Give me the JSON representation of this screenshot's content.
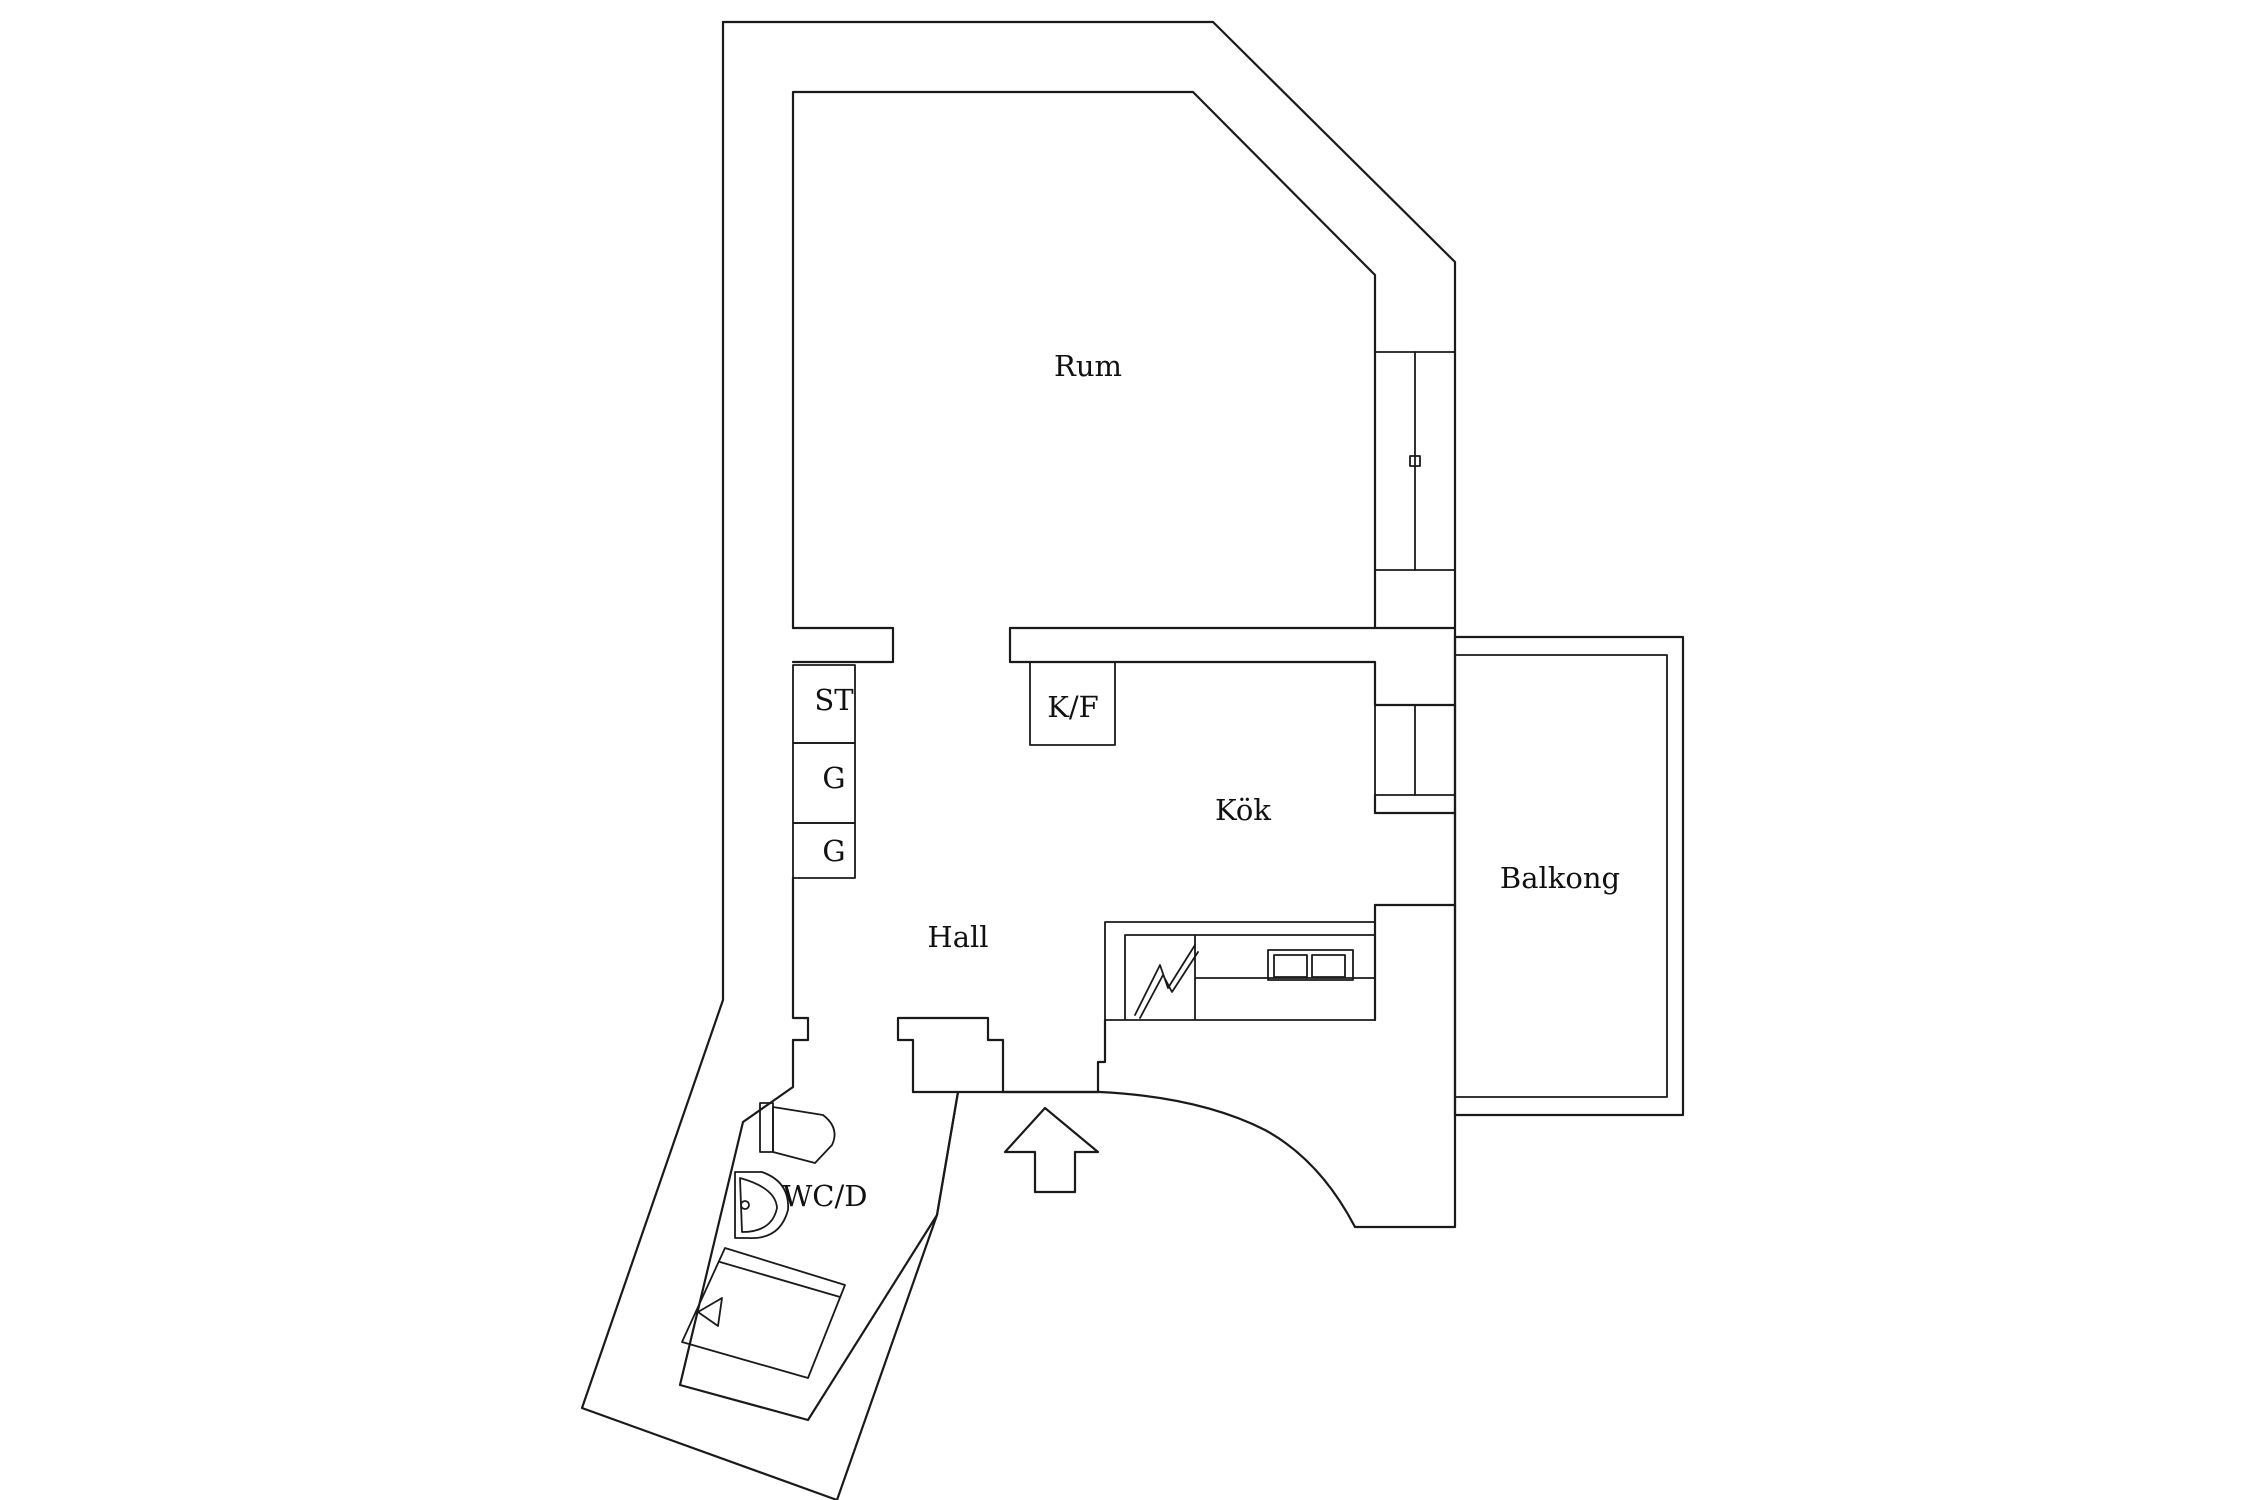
{
  "floorplan": {
    "rooms": {
      "rum": "Rum",
      "kok": "Kök",
      "hall": "Hall",
      "balkong": "Balkong",
      "wcd": "WC/D"
    },
    "fixtures": {
      "st": "ST",
      "g1": "G",
      "g2": "G",
      "kf": "K/F"
    },
    "icons": [
      "entrance-arrow-icon",
      "stove-icon",
      "sink-icon",
      "toilet-icon",
      "washbasin-icon",
      "shower-icon"
    ]
  }
}
